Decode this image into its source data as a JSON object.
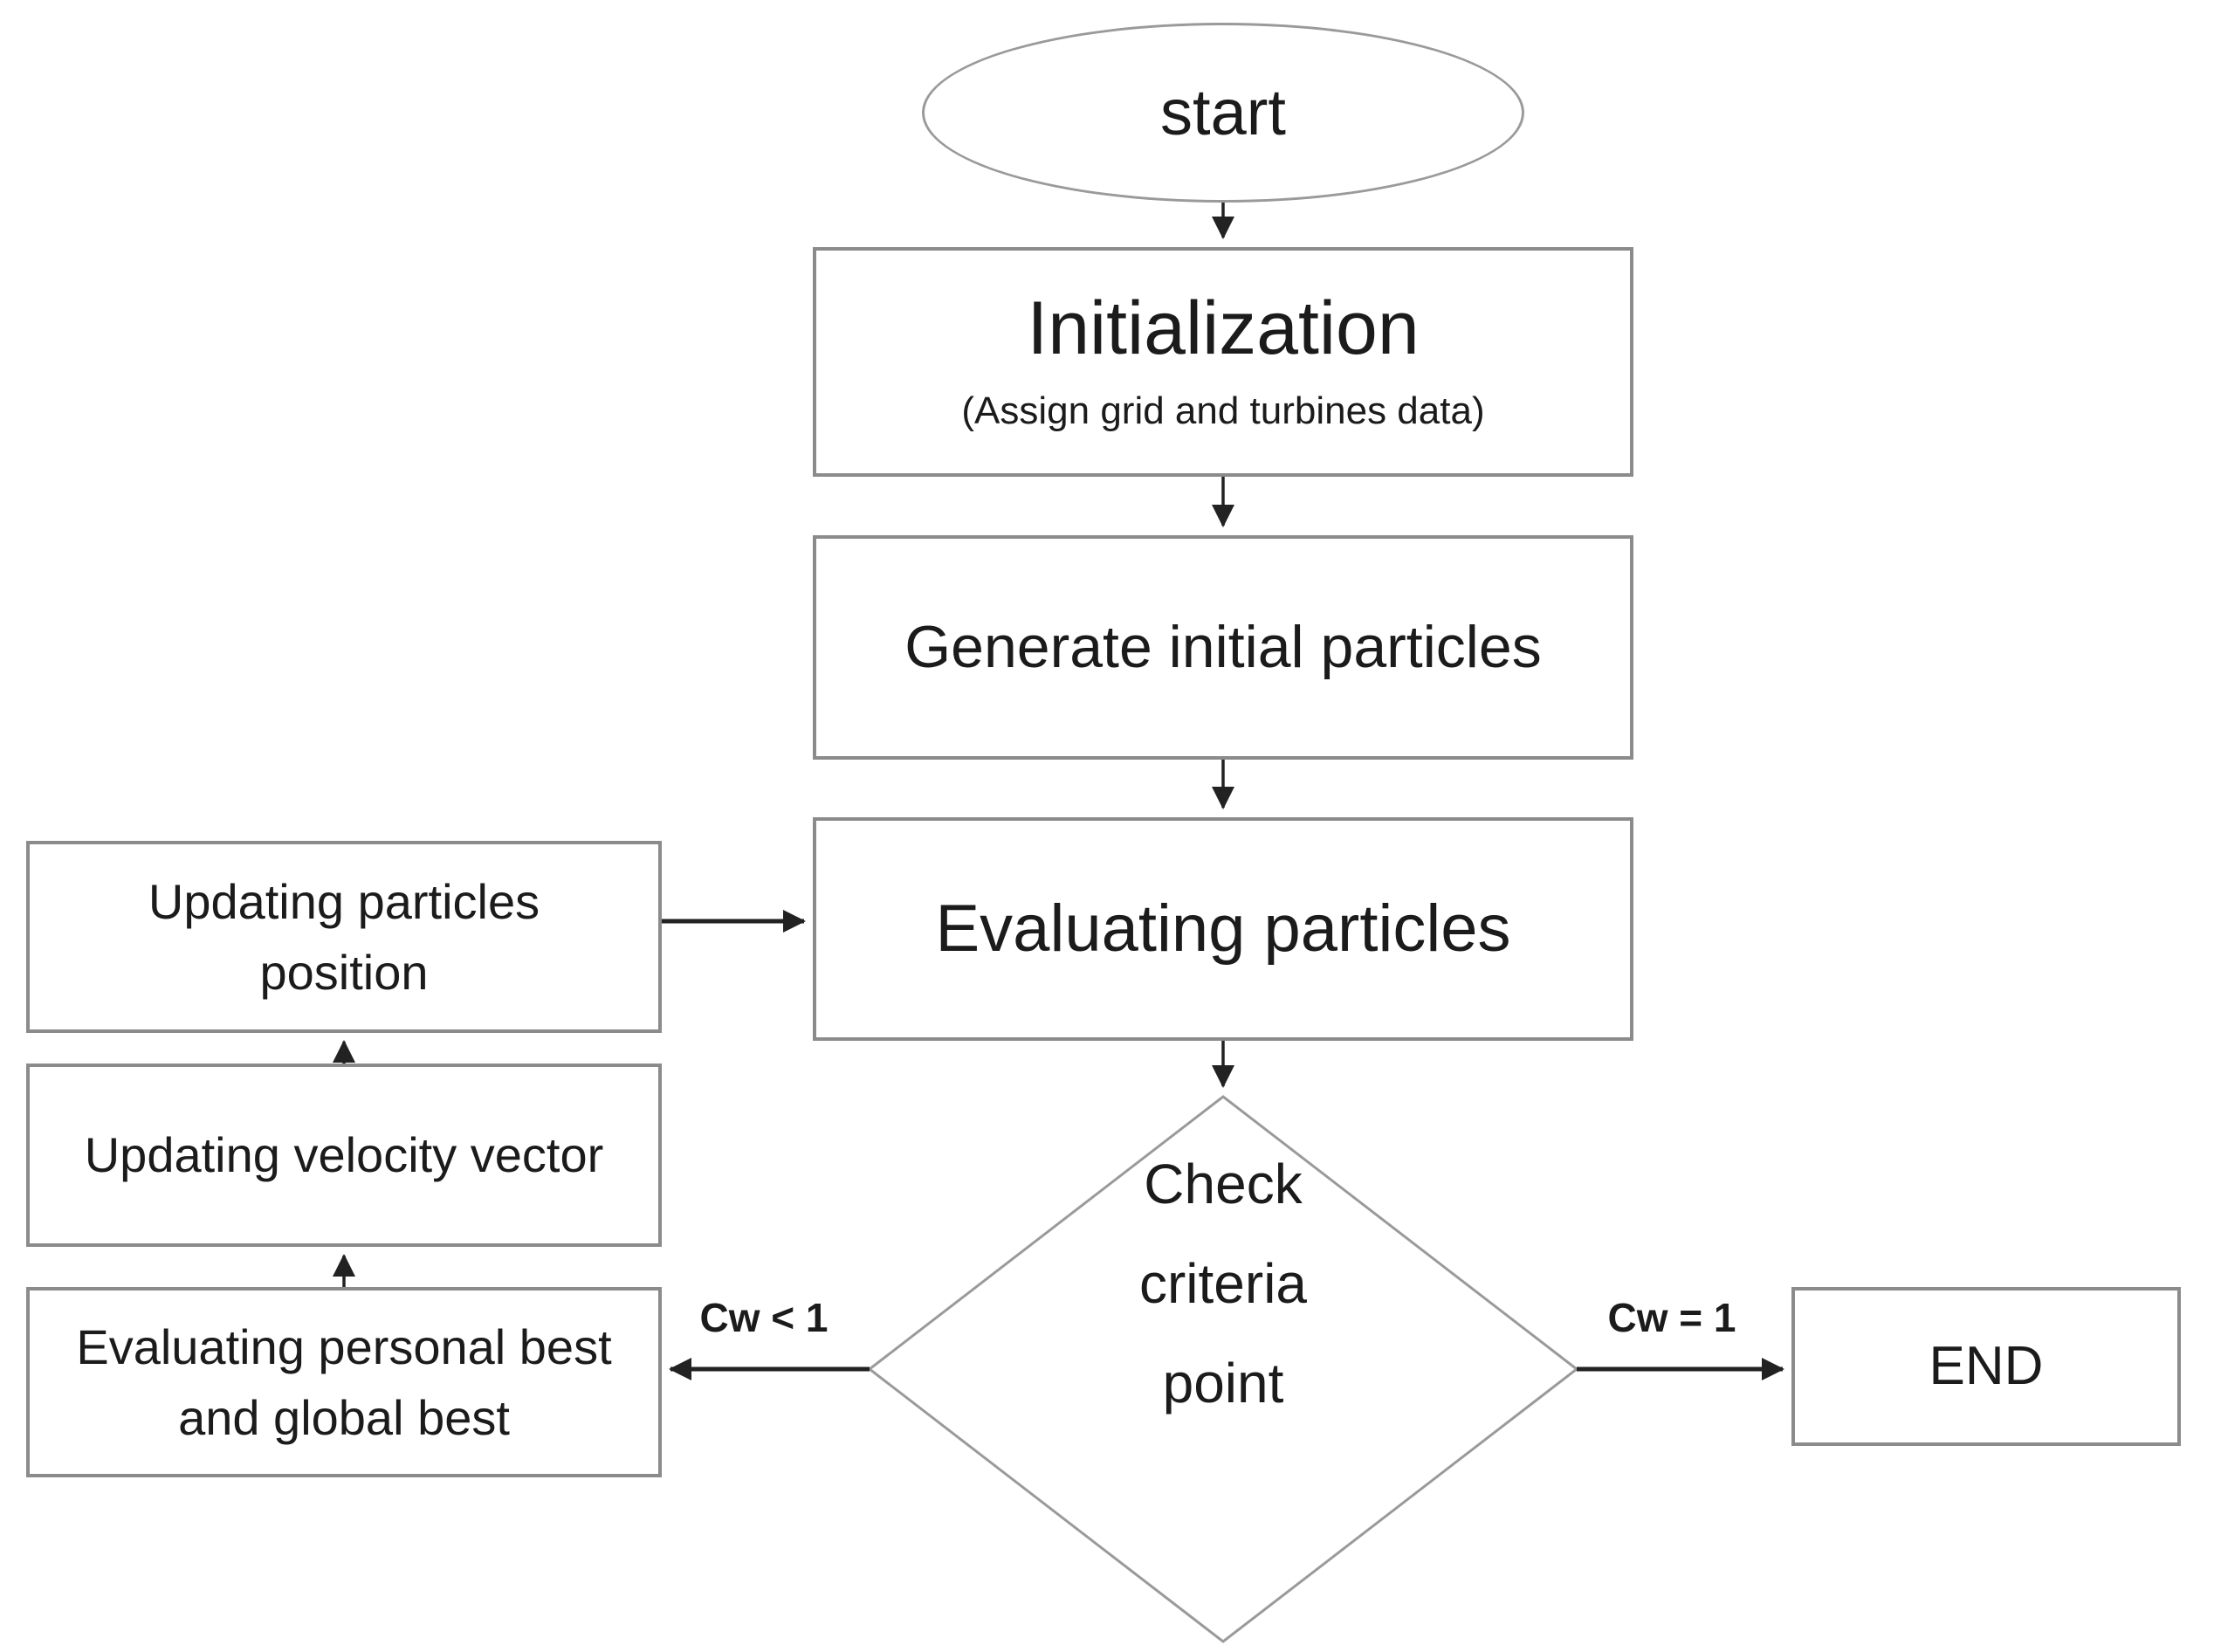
{
  "nodes": {
    "start": {
      "label": "start"
    },
    "initialization": {
      "title": "Initialization",
      "subtitle": "(Assign grid and turbines data)"
    },
    "generate_initial_particles": {
      "label": "Generate initial particles"
    },
    "evaluating_particles": {
      "label": "Evaluating particles"
    },
    "updating_particles_position": {
      "label": "Updating particles\nposition"
    },
    "updating_velocity_vector": {
      "label": "Updating velocity vector"
    },
    "evaluating_personal_best": {
      "label": "Evaluating personal best\nand global best"
    },
    "check_criteria_point": {
      "label": "Check\ncriteria\npoint"
    },
    "end": {
      "label": "END"
    }
  },
  "edge_labels": {
    "cw_less_than_1": "Cw < 1",
    "cw_equals_1": "Cw = 1"
  },
  "colors": {
    "box_border": "#8b8b8b",
    "ellipse_border": "#9a9a9a",
    "text": "#1b1b1b",
    "arrow": "#222222",
    "background": "#ffffff"
  }
}
